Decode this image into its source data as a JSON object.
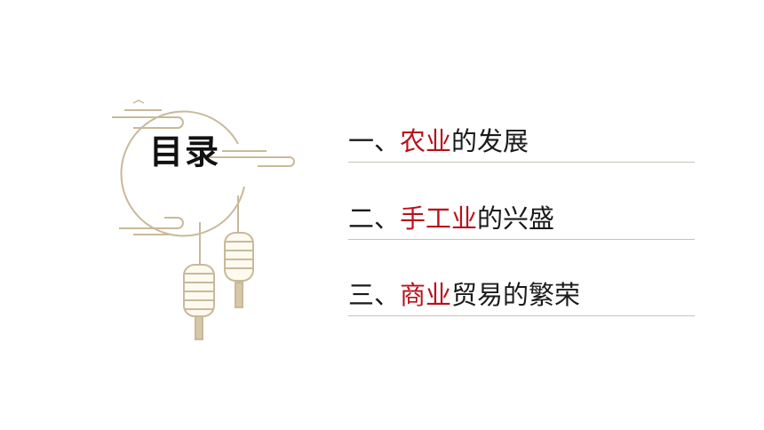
{
  "title": "目录",
  "items": [
    {
      "prefix": "一、",
      "highlight": "农业",
      "rest": "的发展"
    },
    {
      "prefix": "二、",
      "highlight": "手工业",
      "rest": "的兴盛"
    },
    {
      "prefix": "三、",
      "highlight": "商业",
      "rest": "贸易的繁荣"
    }
  ],
  "colors": {
    "accent": "#b8121b",
    "decor": "#c8b99a",
    "text": "#1a1a1a",
    "divider": "#c9c3b8"
  }
}
